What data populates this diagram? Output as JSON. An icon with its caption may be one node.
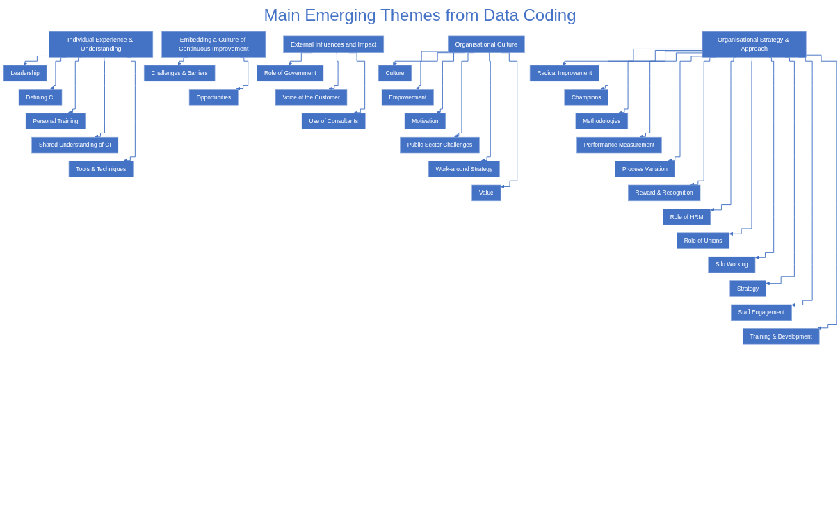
{
  "diagram": {
    "title": "Main Emerging Themes from Data Coding",
    "nodes": [
      {
        "text": [
          "Individual Experience & Understanding"
        ]
      },
      {
        "text": [
          "Organisational Strategy & Approach"
        ]
      },
      {
        "text": [
          "Organisational Culture"
        ]
      },
      {
        "text": [
          "External Influences and Impact"
        ]
      },
      {
        "text": [
          "Embedding a Culture of Continuous Improvement"
        ]
      },
      {
        "text": [
          "Leadership"
        ]
      },
      {
        "text": [
          "Defining CI"
        ]
      },
      {
        "text": [
          "Personal Training"
        ]
      },
      {
        "text": [
          "Shared Understanding of CI"
        ]
      },
      {
        "text": [
          "Tools & Techniques"
        ]
      },
      {
        "text": [
          "Radical Improvement"
        ]
      },
      {
        "text": [
          "Champions"
        ]
      },
      {
        "text": [
          "Methodologies"
        ]
      },
      {
        "text": [
          "Performance Measurement"
        ]
      },
      {
        "text": [
          "Process Variation"
        ]
      },
      {
        "text": [
          "Reward & Recognition"
        ]
      },
      {
        "text": [
          "Role of HRM"
        ]
      },
      {
        "text": [
          "Role of Unions"
        ]
      },
      {
        "text": [
          "Silo Working"
        ]
      },
      {
        "text": [
          "Strategy"
        ]
      },
      {
        "text": [
          "Staff Engagement"
        ]
      },
      {
        "text": [
          "Training & Development"
        ]
      },
      {
        "text": [
          "Culture"
        ]
      },
      {
        "text": [
          "Empowerment"
        ]
      },
      {
        "text": [
          "Motivation"
        ]
      },
      {
        "text": [
          "Public Sector Challenges"
        ]
      },
      {
        "text": [
          "Work-around Strategy"
        ]
      },
      {
        "text": [
          "Value"
        ]
      },
      {
        "text": [
          "Role of Government"
        ]
      },
      {
        "text": [
          "Voice of the Customer"
        ]
      },
      {
        "text": [
          "Use of Consultants"
        ]
      },
      {
        "text": [
          "Challenges & Barriers"
        ]
      },
      {
        "text": [
          "Opportunities"
        ]
      }
    ],
    "edges": [
      {
        "from": 0,
        "to": 5,
        "arrow": "to"
      },
      {
        "from": 0,
        "to": 6,
        "arrow": "to"
      },
      {
        "from": 0,
        "to": 7,
        "arrow": "to"
      },
      {
        "from": 0,
        "to": 8,
        "arrow": "to"
      },
      {
        "from": 0,
        "to": 9,
        "arrow": "to"
      },
      {
        "from": 1,
        "to": 10,
        "arrow": "to"
      },
      {
        "from": 1,
        "to": 11,
        "arrow": "to"
      },
      {
        "from": 1,
        "to": 12,
        "arrow": "to"
      },
      {
        "from": 1,
        "to": 13,
        "arrow": "to"
      },
      {
        "from": 1,
        "to": 14,
        "arrow": "to"
      },
      {
        "from": 1,
        "to": 15,
        "arrow": "to"
      },
      {
        "from": 1,
        "to": 16,
        "arrow": "to"
      },
      {
        "from": 1,
        "to": 17,
        "arrow": "to"
      },
      {
        "from": 1,
        "to": 18,
        "arrow": "to"
      },
      {
        "from": 1,
        "to": 19,
        "arrow": "to"
      },
      {
        "from": 1,
        "to": 20,
        "arrow": "to"
      },
      {
        "from": 1,
        "to": 21,
        "arrow": "to"
      },
      {
        "from": 2,
        "to": 22,
        "arrow": "to"
      },
      {
        "from": 2,
        "to": 23,
        "arrow": "to"
      },
      {
        "from": 2,
        "to": 24,
        "arrow": "to"
      },
      {
        "from": 2,
        "to": 25,
        "arrow": "to"
      },
      {
        "from": 2,
        "to": 26,
        "arrow": "to"
      },
      {
        "from": 2,
        "to": 27,
        "arrow": "to"
      },
      {
        "from": 3,
        "to": 28,
        "arrow": "to"
      },
      {
        "from": 3,
        "to": 29,
        "arrow": "to"
      },
      {
        "from": 3,
        "to": 30,
        "arrow": "to"
      },
      {
        "from": 4,
        "to": 31,
        "arrow": "to"
      },
      {
        "from": 4,
        "to": 32,
        "arrow": "to"
      }
    ]
  }
}
